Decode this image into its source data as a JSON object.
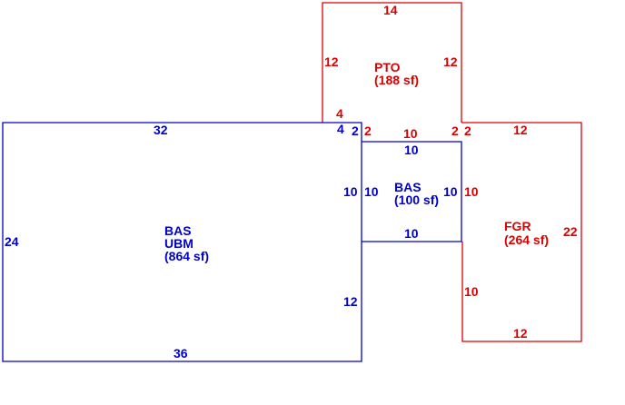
{
  "colors": {
    "bas": "#0000cc",
    "other": "#dd0000",
    "background": "#ffffff"
  },
  "areas": {
    "bas_main": {
      "line1": "BAS",
      "line2": "UBM",
      "line3": "(864 sf)"
    },
    "bas_small": {
      "line1": "BAS",
      "line2": "(100 sf)"
    },
    "pto": {
      "line1": "PTO",
      "line2": "(188 sf)"
    },
    "fgr": {
      "line1": "FGR",
      "line2": "(264 sf)"
    }
  },
  "dimensions": {
    "main_top": "32",
    "main_left": "24",
    "main_bottom": "36",
    "main_right_lower": "12",
    "main_right_upper": "10",
    "main_notch_2": "2",
    "main_notch_4": "4",
    "small_top": "10",
    "small_left": "10",
    "small_right": "10",
    "small_bottom": "10",
    "pto_top": "14",
    "pto_left": "12",
    "pto_right": "12",
    "pto_lower_left": "4",
    "pto_bottom": "10",
    "pto_step_left": "2",
    "pto_step_right": "2",
    "fgr_top": "12",
    "fgr_step": "2",
    "fgr_right": "22",
    "fgr_left_upper": "10",
    "fgr_left_lower": "10",
    "fgr_bottom": "12"
  }
}
